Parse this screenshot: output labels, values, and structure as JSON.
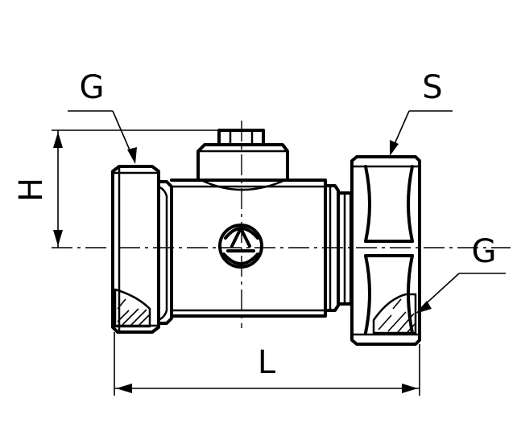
{
  "labels": {
    "thread_left": "G",
    "nut_size": "S",
    "thread_right": "G",
    "height": "H",
    "length": "L"
  }
}
